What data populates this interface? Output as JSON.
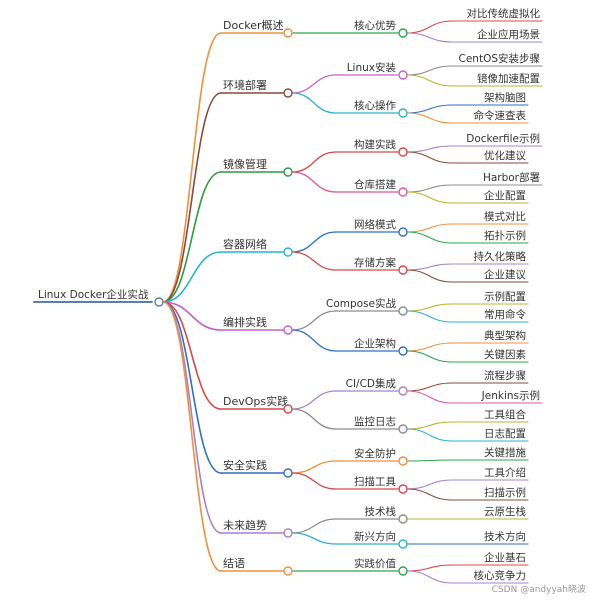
{
  "root": {
    "label": "Linux Docker企业实战",
    "color": "#5a7fa8"
  },
  "watermark": "CSDN @andyyah晓波",
  "branches": [
    {
      "label": "Docker概述",
      "color": "#f08f3c",
      "children": [
        {
          "label": "核心优势",
          "color": "#2aa84a",
          "children": [
            {
              "label": "对比传统虚拟化",
              "color": "#d94848"
            },
            {
              "label": "企业应用场景",
              "color": "#a77fd0"
            }
          ]
        }
      ]
    },
    {
      "label": "环境部署",
      "color": "#8a4a3a",
      "children": [
        {
          "label": "Linux安装",
          "color": "#c861c8",
          "children": [
            {
              "label": "CentOS安装步骤",
              "color": "#8c8c8c"
            },
            {
              "label": "镜像加速配置",
              "color": "#b9b62a"
            }
          ]
        },
        {
          "label": "核心操作",
          "color": "#27b4cf",
          "children": [
            {
              "label": "架构脑图",
              "color": "#2f6fc7"
            },
            {
              "label": "命令速查表",
              "color": "#f08f3c"
            }
          ]
        }
      ]
    },
    {
      "label": "镜像管理",
      "color": "#2e9a3e",
      "children": [
        {
          "label": "构建实践",
          "color": "#d94848",
          "children": [
            {
              "label": "Dockerfile示例",
              "color": "#a77fd0"
            },
            {
              "label": "优化建议",
              "color": "#8a4a3a"
            }
          ]
        },
        {
          "label": "仓库搭建",
          "color": "#e0559c",
          "children": [
            {
              "label": "Harbor部署",
              "color": "#8c8c8c"
            },
            {
              "label": "企业配置",
              "color": "#b9b62a"
            }
          ]
        }
      ]
    },
    {
      "label": "容器网络",
      "color": "#27b4cf",
      "children": [
        {
          "label": "网络模式",
          "color": "#2f6fc7",
          "children": [
            {
              "label": "模式对比",
              "color": "#f08f3c"
            },
            {
              "label": "拓扑示例",
              "color": "#2aa84a"
            }
          ]
        },
        {
          "label": "存储方案",
          "color": "#d94848",
          "children": [
            {
              "label": "持久化策略",
              "color": "#a77fd0"
            },
            {
              "label": "企业建议",
              "color": "#8a4a3a"
            }
          ]
        }
      ]
    },
    {
      "label": "编排实践",
      "color": "#c861c8",
      "children": [
        {
          "label": "Compose实战",
          "color": "#8c8c8c",
          "children": [
            {
              "label": "示例配置",
              "color": "#b9b62a"
            },
            {
              "label": "常用命令",
              "color": "#27b4cf"
            }
          ]
        },
        {
          "label": "企业架构",
          "color": "#2f6fc7",
          "children": [
            {
              "label": "典型架构",
              "color": "#f08f3c"
            },
            {
              "label": "关键因素",
              "color": "#2aa84a"
            }
          ]
        }
      ]
    },
    {
      "label": "DevOps实践",
      "color": "#d94848",
      "children": [
        {
          "label": "CI/CD集成",
          "color": "#a77fd0",
          "children": [
            {
              "label": "流程步骤",
              "color": "#8a4a3a"
            },
            {
              "label": "Jenkins示例",
              "color": "#e0559c"
            }
          ]
        },
        {
          "label": "监控日志",
          "color": "#8c8c8c",
          "children": [
            {
              "label": "工具组合",
              "color": "#b9b62a"
            },
            {
              "label": "日志配置",
              "color": "#27b4cf"
            }
          ]
        }
      ]
    },
    {
      "label": "安全实践",
      "color": "#2f6fc7",
      "children": [
        {
          "label": "安全防护",
          "color": "#f08f3c",
          "children": [
            {
              "label": "关键措施",
              "color": "#2aa84a"
            }
          ]
        },
        {
          "label": "扫描工具",
          "color": "#d94848",
          "children": [
            {
              "label": "工具介绍",
              "color": "#a77fd0"
            },
            {
              "label": "扫描示例",
              "color": "#8a4a3a"
            }
          ]
        }
      ]
    },
    {
      "label": "未来趋势",
      "color": "#a77fd0",
      "children": [
        {
          "label": "技术栈",
          "color": "#8c8c8c",
          "children": [
            {
              "label": "云原生栈",
              "color": "#b9b62a"
            }
          ]
        },
        {
          "label": "新兴方向",
          "color": "#27b4cf",
          "children": [
            {
              "label": "技术方向",
              "color": "#2f6fc7"
            }
          ]
        }
      ]
    },
    {
      "label": "结语",
      "color": "#f08f3c",
      "children": [
        {
          "label": "实践价值",
          "color": "#2aa84a",
          "children": [
            {
              "label": "企业基石",
              "color": "#d94848"
            },
            {
              "label": "核心竞争力",
              "color": "#a77fd0"
            }
          ]
        }
      ]
    }
  ]
}
